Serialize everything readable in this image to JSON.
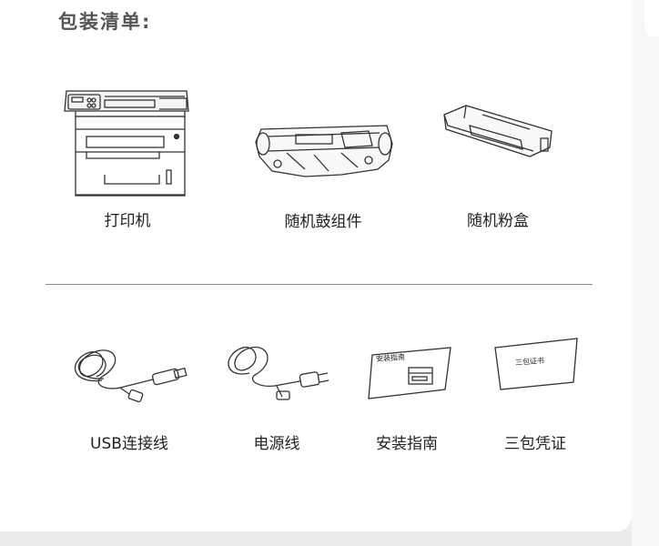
{
  "section_title": "包装清单:",
  "items": {
    "printer": {
      "label": "打印机"
    },
    "drum": {
      "label": "随机鼓组件"
    },
    "toner": {
      "label": "随机粉盒"
    },
    "usb_cable": {
      "label": "USB连接线"
    },
    "power_cable": {
      "label": "电源线"
    },
    "install_guide": {
      "label": "安装指南",
      "cover_text": "安装指南"
    },
    "warranty": {
      "label": "三包凭证",
      "cover_text": "三包证书"
    }
  }
}
